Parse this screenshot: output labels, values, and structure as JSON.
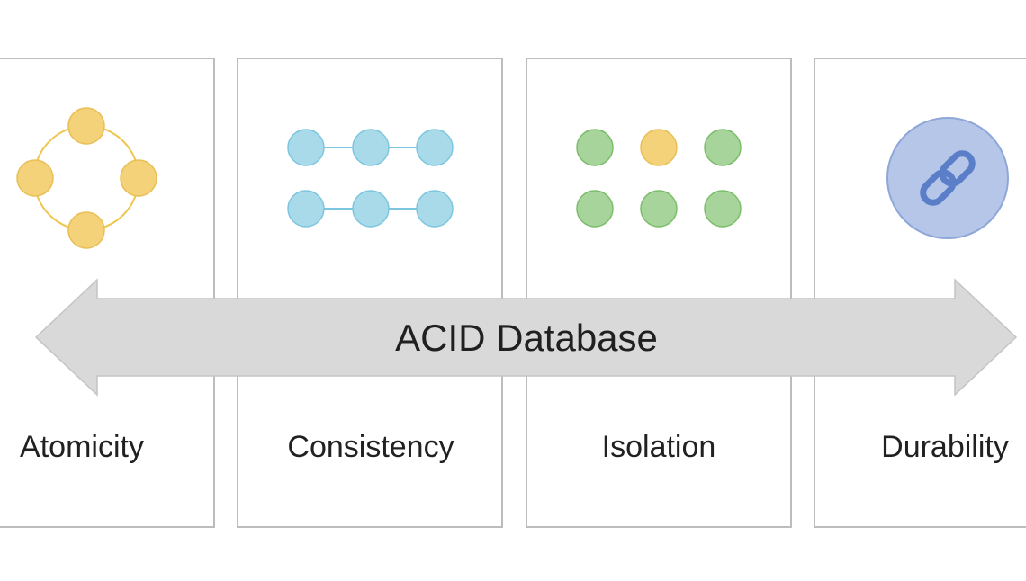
{
  "diagram": {
    "title": "ACID Database",
    "properties": [
      {
        "label": "Atomicity"
      },
      {
        "label": "Consistency"
      },
      {
        "label": "Isolation"
      },
      {
        "label": "Durability"
      }
    ]
  },
  "colors": {
    "panel_border": "#bdbdbd",
    "arrow_fill": "#d9d9d9",
    "arrow_stroke": "#c4c4c4",
    "atomicity_fill": "#f4d27a",
    "atomicity_stroke": "#e9bf55",
    "consistency_fill": "#a9daea",
    "consistency_stroke": "#7cc6df",
    "isolation_fill": "#a6d49a",
    "isolation_stroke": "#7bbd6b",
    "isolation_highlight": "#f4d27a",
    "durability_fill": "#b5c6e8",
    "durability_stroke": "#8ea7d8",
    "durability_icon": "#5b7ec8"
  },
  "icons": {
    "atomicity": "ring-of-nodes-icon",
    "consistency": "chained-nodes-icon",
    "isolation": "node-grid-icon",
    "durability": "link-icon"
  }
}
